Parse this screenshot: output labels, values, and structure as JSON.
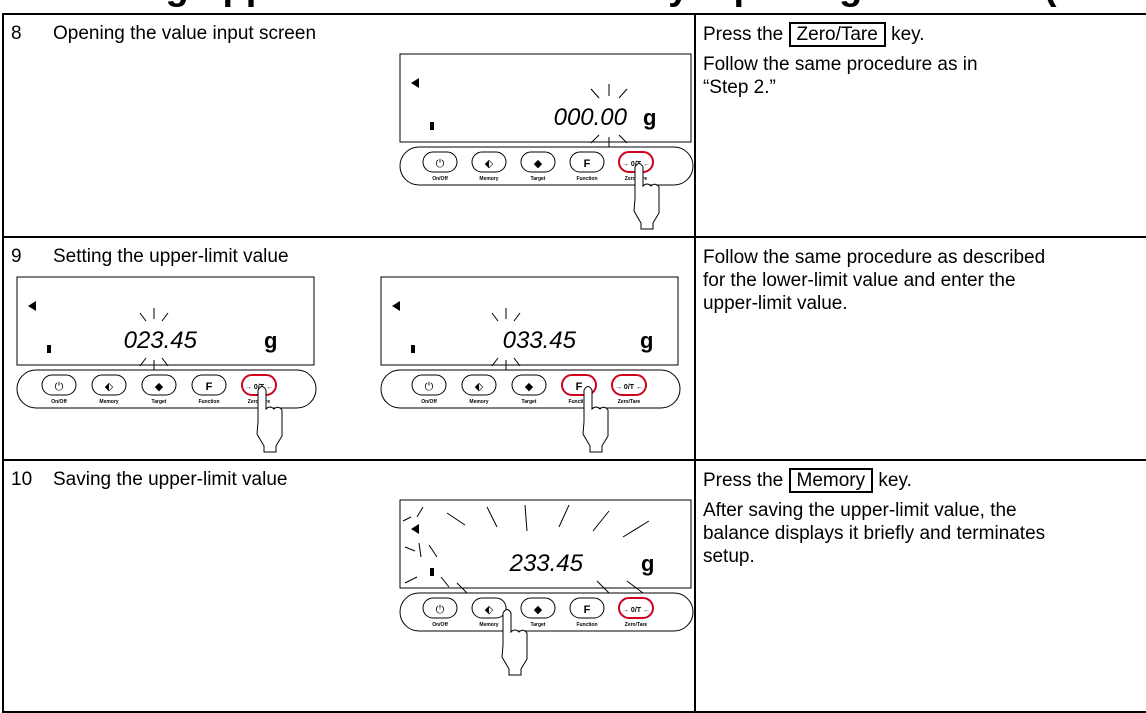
{
  "page": {
    "title": "Setting upper/lower-limit values by inputting numbers (Cont.)"
  },
  "steps": [
    {
      "num": "8",
      "title": "Opening the value input screen",
      "instructions": {
        "pre": "Press the ",
        "key": "Zero/Tare",
        "post": " key.",
        "note": "Follow the same procedure as in “Step 2.”"
      },
      "displays": [
        {
          "value": "000.00",
          "unit": "g"
        }
      ]
    },
    {
      "num": "9",
      "title": "Setting the upper-limit value",
      "instructions": {
        "lines": [
          "Follow the same procedure as described",
          "for the lower-limit value and enter the",
          "upper-limit value."
        ]
      },
      "displays": [
        {
          "value": "023.45",
          "unit": "g"
        },
        {
          "value": "033.45",
          "unit": "g"
        }
      ]
    },
    {
      "num": "10",
      "title": "Saving the upper-limit value",
      "instructions": {
        "pre": "Press the ",
        "key": "Memory",
        "post": " key.",
        "note_lines": [
          "After saving the upper-limit value, the",
          "balance displays it briefly and terminates",
          "setup."
        ]
      },
      "displays": [
        {
          "value": "233.45",
          "unit": "g"
        }
      ]
    }
  ],
  "keypad": {
    "labels": [
      "On/Off",
      "Memory",
      "Target",
      "Function",
      "Zero/Tare"
    ],
    "symbols": {
      "onoff": "⏻",
      "memory": "⬖",
      "target": "◆",
      "function": "F",
      "zerotare": "→ 0/T ←"
    }
  }
}
